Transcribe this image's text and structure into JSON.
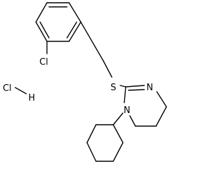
{
  "labels": {
    "cl_ring": "Cl",
    "s": "S",
    "n_ring": "N",
    "n_sub": "N",
    "hcl_cl": "Cl",
    "hcl_h": "H"
  }
}
